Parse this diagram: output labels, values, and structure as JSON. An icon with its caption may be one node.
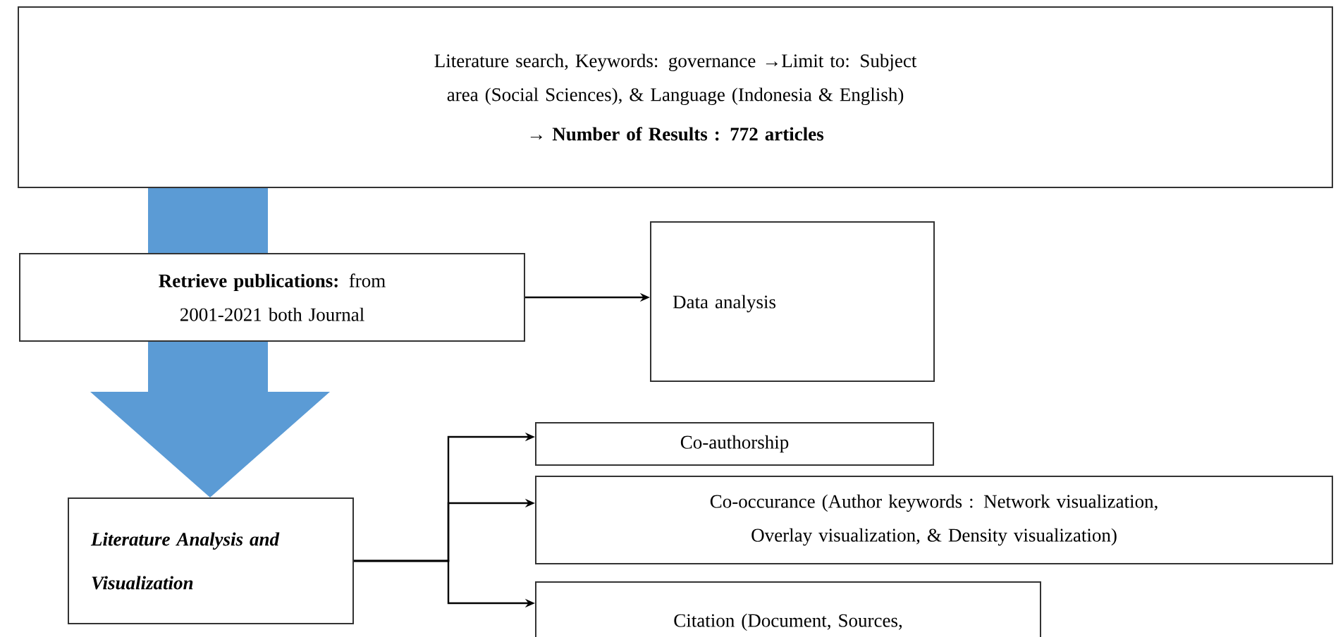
{
  "diagram": {
    "nodes": [
      {
        "text": [
          "Literature search, Keywords: governance →Limit to: Subject area (Social Sciences), & Language (Indonesia & English)",
          "→ Number of Results : 772 articles"
        ]
      },
      {
        "text": [
          "**Retrieve publications:** from 2001-2021 both Journal"
        ]
      },
      {
        "text": [
          "Data analysis"
        ]
      },
      {
        "text": [
          "Literature Analysis and Visualization"
        ]
      },
      {
        "text": [
          "Co-authorship"
        ]
      },
      {
        "text": [
          "Co-occurance (Author keywords : Network visualization, Overlay visualization, & Density visualization)"
        ]
      },
      {
        "text": [
          "Citation (Document, Sources,"
        ]
      }
    ],
    "edges": [
      {
        "from": 0,
        "to": 1,
        "arrow": "none",
        "style": "thick",
        "color": "#5b9bd5"
      },
      {
        "from": 1,
        "to": 3,
        "arrow": "to",
        "style": "thick",
        "color": "#5b9bd5"
      },
      {
        "from": 1,
        "to": 2,
        "arrow": "to"
      },
      {
        "from": 3,
        "to": 4,
        "arrow": "to"
      },
      {
        "from": 3,
        "to": 5,
        "arrow": "to"
      },
      {
        "from": 3,
        "to": 6,
        "arrow": "to"
      }
    ]
  }
}
